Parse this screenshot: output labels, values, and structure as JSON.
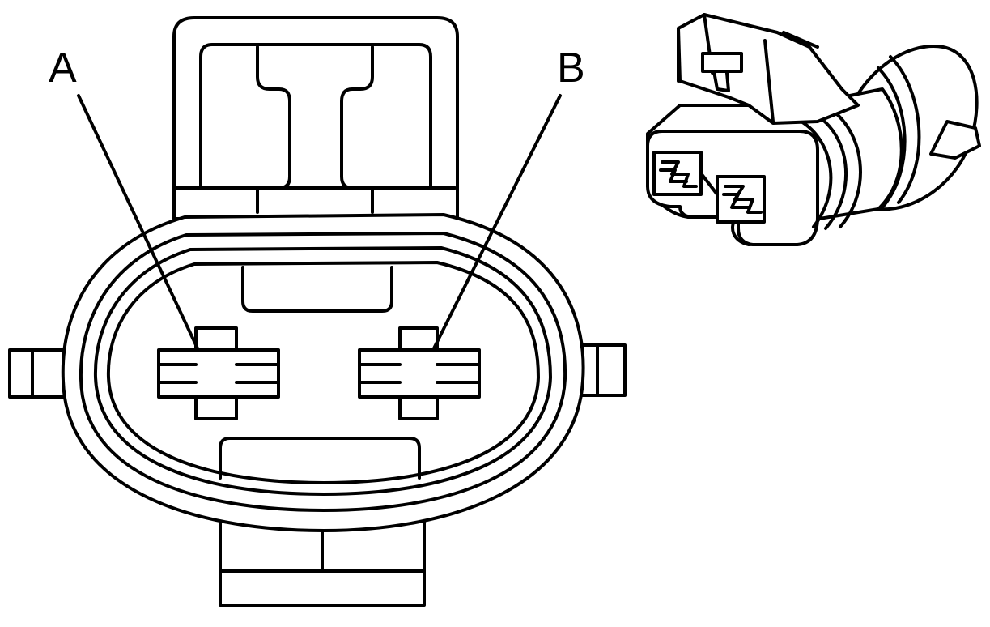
{
  "connector": {
    "pins": [
      {
        "id": "a",
        "label": "A"
      },
      {
        "id": "b",
        "label": "B"
      }
    ]
  },
  "colors": {
    "line": "#000000",
    "background": "#ffffff"
  }
}
